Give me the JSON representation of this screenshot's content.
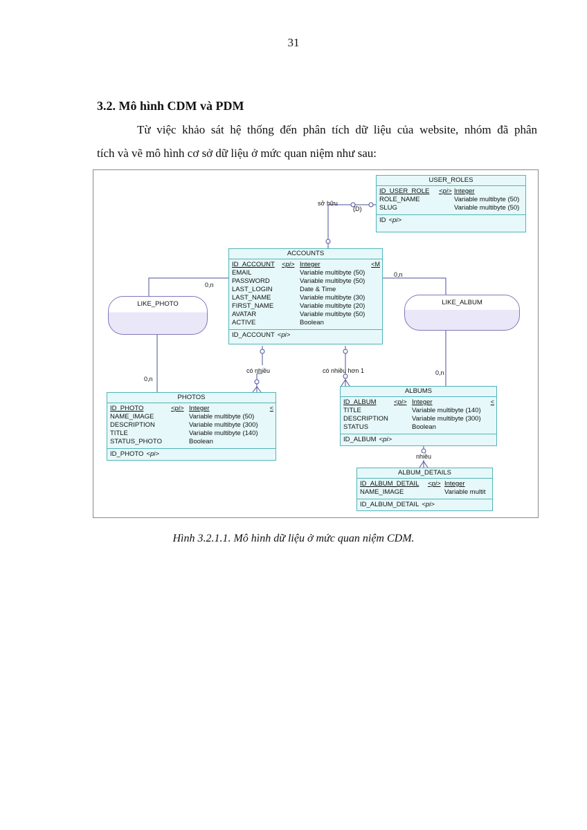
{
  "page_number": "31",
  "section_title": "3.2. Mô hình CDM và PDM",
  "paragraph": {
    "line1": "Từ việc khảo sát hệ thống đến phân tích dữ liệu của website, nhóm đã phân",
    "line2": "tích và vẽ mô hình cơ sở dữ liệu ở mức quan niệm như sau:"
  },
  "diagram": {
    "entities": {
      "user_roles": {
        "name": "USER_ROLES",
        "attributes": [
          {
            "name": "ID_USER_ROLE",
            "pi": "<pi>",
            "type": "Integer"
          },
          {
            "name": "ROLE_NAME",
            "pi": "",
            "type": "Variable multibyte (50)"
          },
          {
            "name": "SLUG",
            "pi": "",
            "type": "Variable multibyte (50)"
          }
        ],
        "identifier": "ID",
        "identifier_pi": "<pi>"
      },
      "accounts": {
        "name": "ACCOUNTS",
        "attributes": [
          {
            "name": "ID_ACCOUNT",
            "pi": "<pi>",
            "type": "Integer"
          },
          {
            "name": "EMAIL",
            "pi": "",
            "type": "Variable multibyte (50)"
          },
          {
            "name": "PASSWORD",
            "pi": "",
            "type": "Variable multibyte (50)"
          },
          {
            "name": "LAST_LOGIN",
            "pi": "",
            "type": "Date & Time"
          },
          {
            "name": "LAST_NAME",
            "pi": "",
            "type": "Variable multibyte (30)"
          },
          {
            "name": "FIRST_NAME",
            "pi": "",
            "type": "Variable multibyte (20)"
          },
          {
            "name": "AVATAR",
            "pi": "",
            "type": "Variable multibyte (50)"
          },
          {
            "name": "ACTIVE",
            "pi": "",
            "type": "Boolean"
          }
        ],
        "identifier": "ID_ACCOUNT",
        "identifier_pi": "<pi>",
        "trunc": "<M"
      },
      "photos": {
        "name": "PHOTOS",
        "attributes": [
          {
            "name": "ID_PHOTO",
            "pi": "<pi>",
            "type": "Integer"
          },
          {
            "name": "NAME_IMAGE",
            "pi": "",
            "type": "Variable multibyte (50)"
          },
          {
            "name": "DESCRIPTION",
            "pi": "",
            "type": "Variable multibyte (300)"
          },
          {
            "name": "TITLE",
            "pi": "",
            "type": "Variable multibyte (140)"
          },
          {
            "name": "STATUS_PHOTO",
            "pi": "",
            "type": "Boolean"
          }
        ],
        "identifier": "ID_PHOTO",
        "identifier_pi": "<pi>",
        "trunc": "<"
      },
      "albums": {
        "name": "ALBUMS",
        "attributes": [
          {
            "name": "ID_ALBUM",
            "pi": "<pi>",
            "type": "Integer"
          },
          {
            "name": "TITLE",
            "pi": "",
            "type": "Variable multibyte (140)"
          },
          {
            "name": "DESCRIPTION",
            "pi": "",
            "type": "Variable multibyte (300)"
          },
          {
            "name": "STATUS",
            "pi": "",
            "type": "Boolean"
          }
        ],
        "identifier": "ID_ALBUM",
        "identifier_pi": "<pi>",
        "trunc": "<"
      },
      "album_details": {
        "name": "ALBUM_DETAILS",
        "attributes": [
          {
            "name": "ID_ALBUM_DETAIL",
            "pi": "<pi>",
            "type": "Integer"
          },
          {
            "name": "NAME_IMAGE",
            "pi": "",
            "type": "Variable multit"
          }
        ],
        "identifier": "ID_ALBUM_DETAIL",
        "identifier_pi": "<pi>"
      }
    },
    "associations": {
      "like_photo": "LIKE_PHOTO",
      "like_album": "LIKE_ALBUM"
    },
    "labels": {
      "so_huu": "sở hữu",
      "d": "(D)",
      "like_photo_accounts": "0,n",
      "like_album_accounts": "0,n",
      "like_photo_photos": "0,n",
      "like_album_albums": "0,n",
      "co_nhieu": "có nhiều",
      "co_nhieu_hon_1": "có nhiều hơn 1",
      "nhieu": "nhiều"
    }
  },
  "caption": "Hình 3.2.1.1. Mô hình dữ liệu ở mức quan niệm CDM."
}
